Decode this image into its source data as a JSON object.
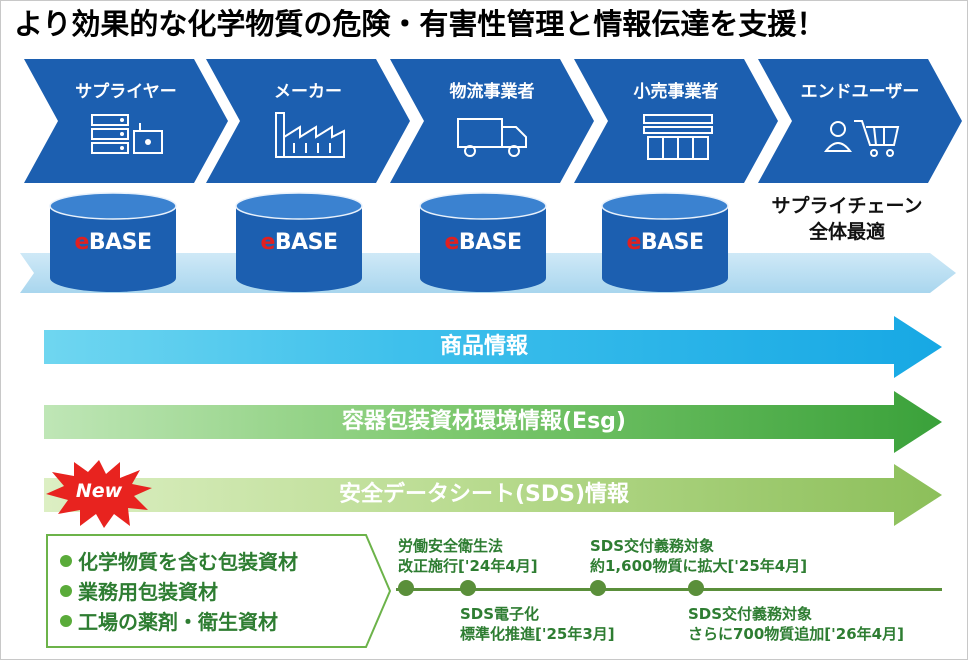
{
  "title": "より効果的な化学物質の危険・有害性管理と情報伝達を支援！",
  "chain": [
    {
      "label": "サプライヤー",
      "icon": "server-icon"
    },
    {
      "label": "メーカー",
      "icon": "factory-icon"
    },
    {
      "label": "物流事業者",
      "icon": "truck-icon"
    },
    {
      "label": "小売事業者",
      "icon": "store-icon"
    },
    {
      "label": "エンドユーザー",
      "icon": "shopping-cart-user-icon"
    }
  ],
  "databases": [
    {
      "prefix": "e",
      "label": "BASE"
    },
    {
      "prefix": "e",
      "label": "BASE"
    },
    {
      "prefix": "e",
      "label": "BASE"
    },
    {
      "prefix": "e",
      "label": "BASE"
    }
  ],
  "scm": {
    "line1": "サプライチェーン",
    "line2": "全体最適"
  },
  "arrows": [
    {
      "label": "商品情報"
    },
    {
      "label": "容器包装資材環境情報(Esg)"
    },
    {
      "label": "安全データシート(SDS)情報"
    }
  ],
  "new_badge": "New",
  "targets": [
    "化学物質を含む包装資材",
    "業務用包装資材",
    "工場の薬剤・衛生資材"
  ],
  "timeline": [
    {
      "line1": "労働安全衛生法",
      "line2": "改正施行['24年4月]"
    },
    {
      "line1": "SDS電子化",
      "line2": "標準化推進['25年3月]"
    },
    {
      "line1": "SDS交付義務対象",
      "line2": "約1,600物質に拡大['25年4月]"
    },
    {
      "line1": "SDS交付義務対象",
      "line2": "さらに700物質追加['26年4月]"
    }
  ],
  "colors": {
    "chevron": "#1c5fb0",
    "db": "#1c5fb0",
    "ebase_e": "#e02020",
    "green_text": "#2e7d32"
  }
}
